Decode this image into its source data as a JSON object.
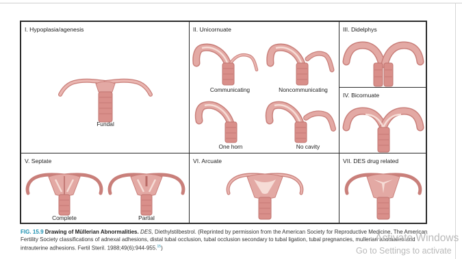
{
  "figure": {
    "panels": {
      "p1": {
        "title": "I. Hypoplasia/agenesis",
        "labels": [
          "Fundal"
        ]
      },
      "p2": {
        "title": "II. Unicornuate",
        "labels": [
          "Communicating",
          "Noncommunicating",
          "One horn",
          "No cavity"
        ]
      },
      "p3": {
        "title": "III. Didelphys"
      },
      "p4": {
        "title": "IV. Bicornuate"
      },
      "p5": {
        "title": "V. Septate",
        "labels": [
          "Complete",
          "Partial"
        ]
      },
      "p6": {
        "title": "VI. Arcuate"
      },
      "p7": {
        "title": "VII. DES drug related"
      }
    }
  },
  "caption": {
    "fig_number": "FIG. 15.9",
    "fig_title": "Drawing of Müllerian Abnormalities.",
    "abbr": "DES,",
    "text_1": " Diethylstilbestrol. (Reprinted by permission from the American Society for Reproductive Medicine. The American Fertility Society classifications of adnexal adhesions, distal tubal occlusion, tubal occlusion secondary to tubal ligation, tubal pregnancies, mullerian anomalies and intrauterine adhesions. Fertil Steril. 1988;49(6):944-955.",
    "ref": "15",
    "text_2": ")"
  },
  "watermark": {
    "line1": "Activate Windows",
    "line2": "Go to Settings to activate"
  },
  "colors": {
    "tissue": "#e3a9a4",
    "tissue_dark": "#c97f7a",
    "cavity": "#f6dcd6",
    "caption_accent": "#1a8fb0"
  }
}
